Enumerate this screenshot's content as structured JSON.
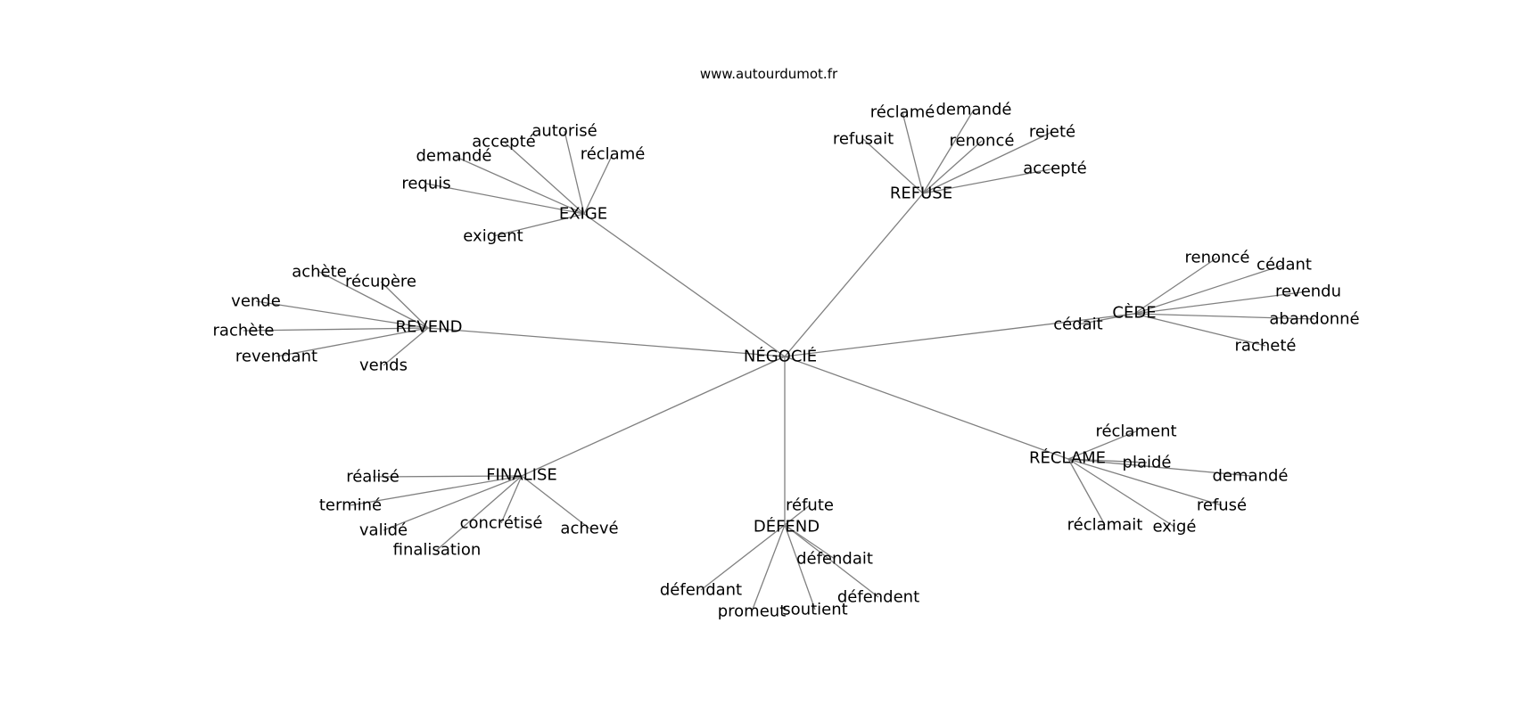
{
  "site": "www.autourdumot.fr",
  "center": "NÉGOCIÉ",
  "groups": [
    {
      "label": "EXIGE",
      "words": [
        "réclamé",
        "autorisé",
        "accepté",
        "demandé",
        "requis",
        "exigent"
      ]
    },
    {
      "label": "REFUSE",
      "words": [
        "réclamé",
        "demandé",
        "refusait",
        "renoncé",
        "rejeté",
        "accepté"
      ]
    },
    {
      "label": "REVEND",
      "words": [
        "achète",
        "récupère",
        "vende",
        "rachète",
        "revendant",
        "vends"
      ]
    },
    {
      "label": "CÈDE",
      "words": [
        "renoncé",
        "cédant",
        "revendu",
        "abandonné",
        "racheté",
        "cédait"
      ]
    },
    {
      "label": "FINALISE",
      "words": [
        "réalisé",
        "terminé",
        "validé",
        "finalisation",
        "concrétisé",
        "achevé"
      ]
    },
    {
      "label": "DÉFEND",
      "words": [
        "réfute",
        "défendait",
        "défendent",
        "soutient",
        "promeut",
        "défendant"
      ]
    },
    {
      "label": "RÉCLAME",
      "words": [
        "réclament",
        "plaidé",
        "demandé",
        "refusé",
        "exigé",
        "réclamait"
      ]
    }
  ]
}
